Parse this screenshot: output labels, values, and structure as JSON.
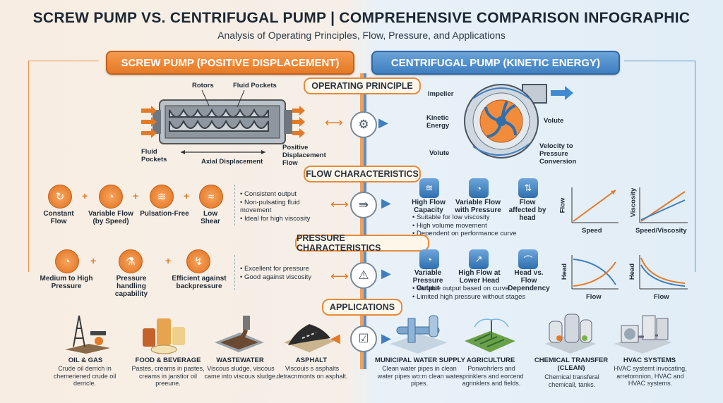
{
  "title": "SCREW PUMP VS. CENTRIFUGAL PUMP | COMPREHENSIVE COMPARISON INFOGRAPHIC",
  "subtitle": "Analysis of Operating Principles, Flow, Pressure, and Applications",
  "left_header": "SCREW PUMP (POSITIVE DISPLACEMENT)",
  "right_header": "CENTRIFUGAL PUMP (KINETIC ENERGY)",
  "sections": {
    "operating": "OPERATING PRINCIPLE",
    "flow": "FLOW CHARACTERISTICS",
    "pressure": "PRESSURE CHARACTERISTICS",
    "applications": "APPLICATIONS"
  },
  "screw_diagram": {
    "rotors": "Rotors",
    "fluid_pockets_top": "Fluid Pockets",
    "fluid_pockets_left": "Fluid Pockets",
    "axial": "Axial Displacement",
    "pd_flow": "Positive Displacement Flow"
  },
  "centrifugal_diagram": {
    "impeller": "Impeller",
    "kinetic": "Kinetic Energy",
    "volute_right": "Volute",
    "volute_left": "Volute",
    "velocity": "Velocity to Pressure Conversion"
  },
  "screw_flow": {
    "features": [
      "Constant Flow",
      "Variable Flow (by Speed)",
      "Pulsation-Free",
      "Low Shear"
    ],
    "bullets": [
      "Consistent output",
      "Non-pulsating fluid movement",
      "Ideal for high viscosity"
    ]
  },
  "centrifugal_flow": {
    "features": [
      "High Flow Capacity",
      "Variable Flow with Pressure",
      "Flow affected by head"
    ],
    "bullets": [
      "Suitable for low viscosity",
      "High volume movement",
      "Dependent on performance curve"
    ]
  },
  "screw_pressure": {
    "features": [
      "Medium to High Pressure",
      "Pressure handling capability",
      "Efficient against backpressure"
    ],
    "bullets": [
      "Excellent for pressure",
      "Good against viscosity"
    ]
  },
  "centrifugal_pressure": {
    "features": [
      "Variable Pressure Output",
      "High Flow at Lower Head",
      "Head vs. Flow Dependency"
    ],
    "bullets": [
      "Variable output based on curve",
      "Limited high pressure without stages"
    ]
  },
  "charts": {
    "flow1": {
      "x": "Speed",
      "y": "Flow"
    },
    "flow2": {
      "x": "Speed/Viscosity",
      "y": "Viscosity"
    },
    "p1": {
      "x": "Flow",
      "y": "Head"
    },
    "p2": {
      "x": "Flow",
      "y": "Head"
    }
  },
  "apps_left": [
    {
      "t": "OIL & GAS",
      "d": "Crude oil derrich in chemeriened crude oil derricle."
    },
    {
      "t": "FOOD & BEVERAGE",
      "d": "Pastes, creams in pastes, creams in janstior oil preeune."
    },
    {
      "t": "WASTEWATER",
      "d": "Viscous sludge, viscous came into viscous sludge."
    },
    {
      "t": "ASPHALT",
      "d": "Viscouis s asphalts detracnmonts on asphalt."
    }
  ],
  "apps_right": [
    {
      "t": "MUNICIPAL WATER SUPPLY",
      "d": "Clean water pipes in clean water pipes wo:m clean water pipes."
    },
    {
      "t": "AGRICULTURE",
      "d": "Ponwohrlers and sprinklers and eorcend agrinklers and fields."
    },
    {
      "t": "CHEMICAL TRANSFER (CLEAN)",
      "d": "Chemical transferal chemicall, tanks."
    },
    {
      "t": "HVAC SYSTEMS",
      "d": "HVAC systemt invocating, arretornnion, HVAC and HVAC systems."
    }
  ]
}
